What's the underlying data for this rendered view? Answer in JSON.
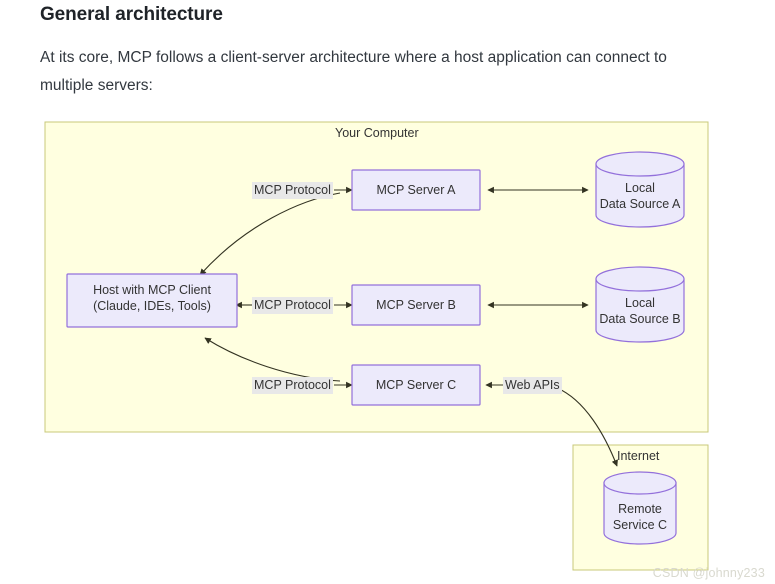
{
  "document": {
    "heading": "General architecture",
    "paragraph": "At its core, MCP follows a client-server architecture where a host application can connect to multiple servers:"
  },
  "diagram": {
    "clusters": [
      {
        "id": "your-computer",
        "label": "Your Computer"
      },
      {
        "id": "internet",
        "label": "Internet"
      }
    ],
    "nodes": [
      {
        "id": "host",
        "label": "Host with MCP Client\n(Claude, IDEs, Tools)",
        "shape": "rect"
      },
      {
        "id": "server-a",
        "label": "MCP Server A",
        "shape": "rect"
      },
      {
        "id": "server-b",
        "label": "MCP Server B",
        "shape": "rect"
      },
      {
        "id": "server-c",
        "label": "MCP Server C",
        "shape": "rect"
      },
      {
        "id": "data-a",
        "label": "Local\nData Source A",
        "shape": "cylinder"
      },
      {
        "id": "data-b",
        "label": "Local\nData Source B",
        "shape": "cylinder"
      },
      {
        "id": "remote-c",
        "label": "Remote\nService C",
        "shape": "cylinder"
      }
    ],
    "edges": [
      {
        "id": "host-server-a",
        "label": "MCP Protocol",
        "from": "host",
        "to": "server-a",
        "arrows": "both"
      },
      {
        "id": "host-server-b",
        "label": "MCP Protocol",
        "from": "host",
        "to": "server-b",
        "arrows": "both"
      },
      {
        "id": "host-server-c",
        "label": "MCP Protocol",
        "from": "host",
        "to": "server-c",
        "arrows": "both"
      },
      {
        "id": "server-a-data-a",
        "label": "",
        "from": "server-a",
        "to": "data-a",
        "arrows": "both"
      },
      {
        "id": "server-b-data-b",
        "label": "",
        "from": "server-b",
        "to": "data-b",
        "arrows": "both"
      },
      {
        "id": "server-c-remote-c",
        "label": "Web APIs",
        "from": "server-c",
        "to": "remote-c",
        "arrows": "both"
      }
    ],
    "colors": {
      "cluster_fill": "#FFFFE0",
      "cluster_stroke": "#C8C87A",
      "node_fill": "#ECEAFB",
      "node_stroke": "#9370DB",
      "edge_stroke": "#333322",
      "edge_label_bg": "#E8E8E8",
      "text": "#333333"
    }
  },
  "watermark": {
    "text": "CSDN @johnny233"
  }
}
